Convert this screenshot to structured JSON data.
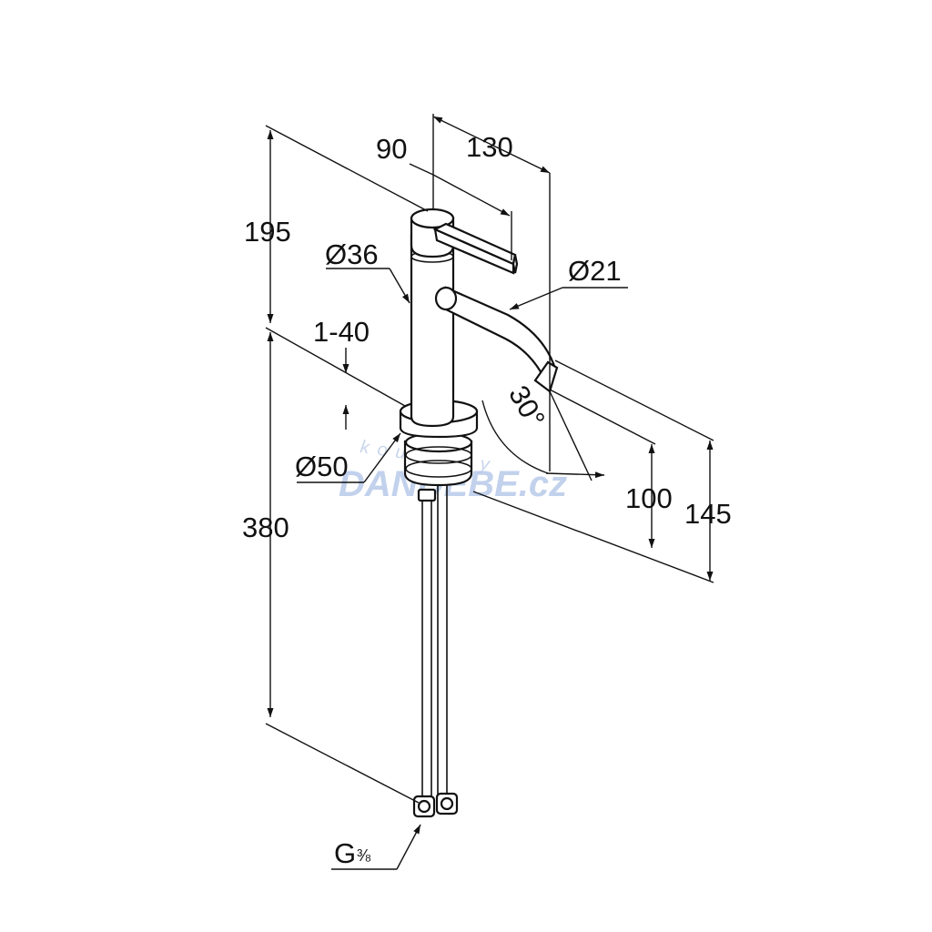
{
  "dimensions": {
    "lever_length": "90",
    "spout_reach": "130",
    "upper_height": "195",
    "body_diameter": "Ø36",
    "spout_diameter": "Ø21",
    "deck_thickness": "1-40",
    "spout_angle": "30°",
    "base_diameter": "Ø50",
    "total_hose_length": "380",
    "spout_outlet_height": "100",
    "top_height": "145"
  },
  "connection_thread": {
    "letter": "G",
    "fraction": "⅜"
  },
  "watermark": {
    "line1": "koupelny",
    "line2": "DANDEBE.cz"
  }
}
